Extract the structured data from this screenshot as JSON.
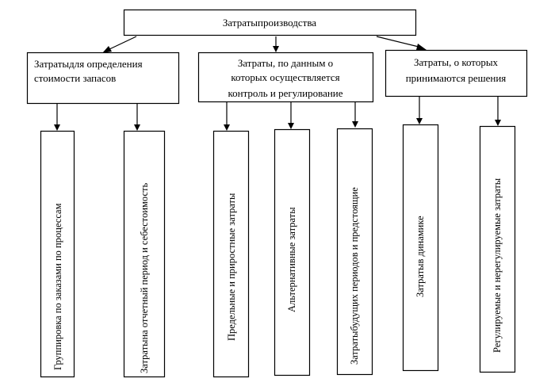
{
  "diagram": {
    "title": "Затратыпроизводства",
    "categories": [
      {
        "label_lines": [
          "Затратыдля определения",
          "стоимости запасов"
        ],
        "children": [
          "Группировка по заказами по процессам",
          "Затратына отчетный период и себестоимость"
        ]
      },
      {
        "label_lines": [
          "Затраты, по данным о",
          "которых осуществляется",
          "контроль и регулирование"
        ],
        "children": [
          "Предельные и приростные затраты",
          "Альтернативные затраты",
          "Затратыбудущих периодов и предстоящие"
        ]
      },
      {
        "label_lines": [
          "Затраты, о которых",
          "принимаются решения"
        ],
        "children": [
          "Затратыв динамике",
          "Регулируемые и нерегулируемые затраты"
        ]
      }
    ],
    "colors": {
      "stroke": "#000000",
      "background": "#ffffff"
    }
  }
}
